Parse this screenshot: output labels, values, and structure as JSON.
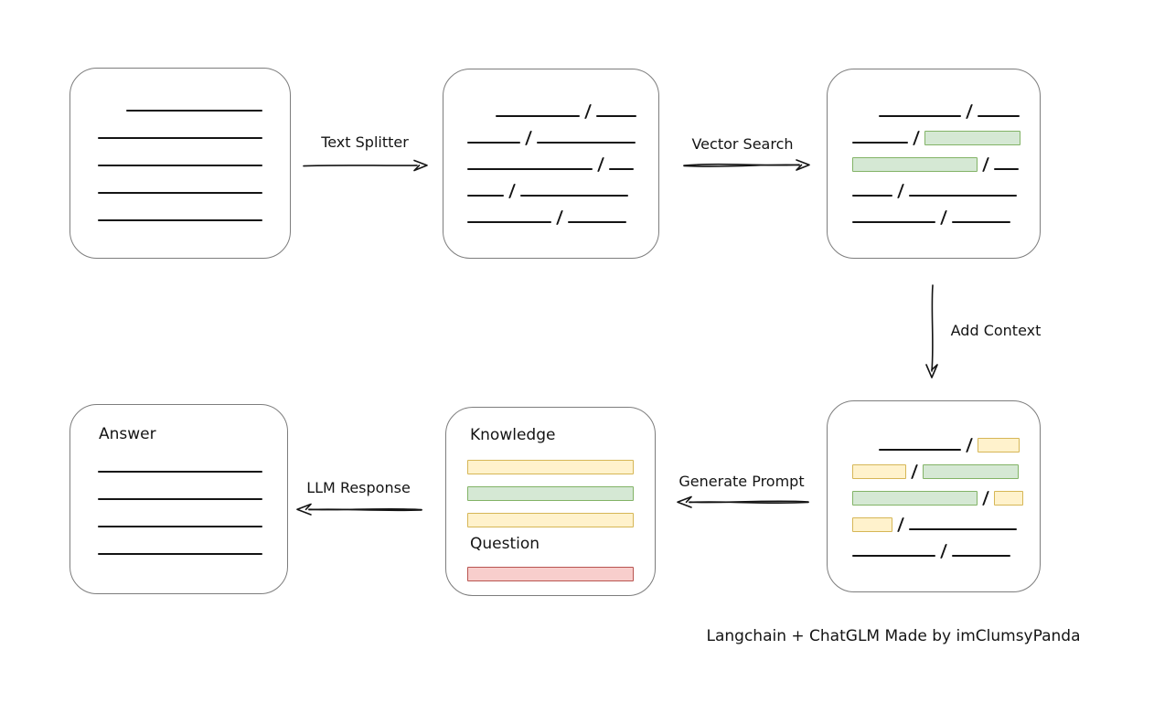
{
  "caption": "Langchain + ChatGLM Made by imClumsyPanda",
  "labels": {
    "text_splitter": "Text Splitter",
    "vector_search": "Vector Search",
    "add_context": "Add Context",
    "generate_prompt": "Generate Prompt",
    "llm_response": "LLM Response",
    "knowledge": "Knowledge",
    "question": "Question",
    "answer": "Answer"
  },
  "colors": {
    "line": "#141414",
    "box_border": "#7d7d7d",
    "green_fill": "#d5e8d4",
    "green_stroke": "#82b366",
    "yellow_fill": "#fff2cc",
    "yellow_stroke": "#d6b656",
    "red_fill": "#f8cecc",
    "red_stroke": "#b85450"
  },
  "boxes": {
    "document": {
      "rows": [
        [
          {
            "t": "gap",
            "w": 31
          },
          {
            "t": "line",
            "w": 149
          }
        ],
        [
          {
            "t": "line",
            "w": 180
          }
        ],
        [
          {
            "t": "line",
            "w": 180
          }
        ],
        [
          {
            "t": "line",
            "w": 180
          }
        ],
        [
          {
            "t": "line",
            "w": 180
          }
        ]
      ]
    },
    "chunks": {
      "rows": [
        [
          {
            "t": "gap",
            "w": 31
          },
          {
            "t": "line",
            "w": 92
          },
          {
            "t": "slash"
          },
          {
            "t": "line",
            "w": 44
          }
        ],
        [
          {
            "t": "line",
            "w": 58
          },
          {
            "t": "slash"
          },
          {
            "t": "line",
            "w": 108
          }
        ],
        [
          {
            "t": "line",
            "w": 137
          },
          {
            "t": "slash"
          },
          {
            "t": "line",
            "w": 27
          }
        ],
        [
          {
            "t": "line",
            "w": 40
          },
          {
            "t": "slash"
          },
          {
            "t": "line",
            "w": 118
          }
        ],
        [
          {
            "t": "line",
            "w": 92
          },
          {
            "t": "slash"
          },
          {
            "t": "line",
            "w": 64
          }
        ]
      ]
    },
    "matched_chunks": {
      "rows": [
        [
          {
            "t": "gap",
            "w": 29
          },
          {
            "t": "line",
            "w": 90
          },
          {
            "t": "slash"
          },
          {
            "t": "line",
            "w": 46
          }
        ],
        [
          {
            "t": "line",
            "w": 61
          },
          {
            "t": "slash"
          },
          {
            "t": "bar",
            "c": "green",
            "w": 105
          }
        ],
        [
          {
            "t": "bar",
            "c": "green",
            "w": 137
          },
          {
            "t": "slash"
          },
          {
            "t": "line",
            "w": 27
          }
        ],
        [
          {
            "t": "line",
            "w": 44
          },
          {
            "t": "slash"
          },
          {
            "t": "line",
            "w": 118
          }
        ],
        [
          {
            "t": "line",
            "w": 91
          },
          {
            "t": "slash"
          },
          {
            "t": "line",
            "w": 64
          }
        ]
      ]
    },
    "context_chunks": {
      "rows": [
        [
          {
            "t": "gap",
            "w": 29
          },
          {
            "t": "line",
            "w": 90
          },
          {
            "t": "slash"
          },
          {
            "t": "bar",
            "c": "yellow",
            "w": 46
          }
        ],
        [
          {
            "t": "bar",
            "c": "yellow",
            "w": 59
          },
          {
            "t": "slash"
          },
          {
            "t": "bar",
            "c": "green",
            "w": 105
          }
        ],
        [
          {
            "t": "bar",
            "c": "green",
            "w": 137
          },
          {
            "t": "slash"
          },
          {
            "t": "bar",
            "c": "yellow",
            "w": 32
          }
        ],
        [
          {
            "t": "bar",
            "c": "yellow",
            "w": 44
          },
          {
            "t": "slash"
          },
          {
            "t": "line",
            "w": 118
          }
        ],
        [
          {
            "t": "line",
            "w": 91
          },
          {
            "t": "slash"
          },
          {
            "t": "line",
            "w": 64
          }
        ]
      ]
    },
    "prompt": {
      "knowledge_rows": [
        [
          {
            "t": "bar",
            "c": "yellow",
            "w": 182
          }
        ],
        [
          {
            "t": "bar",
            "c": "green",
            "w": 182
          }
        ],
        [
          {
            "t": "bar",
            "c": "yellow",
            "w": 182
          }
        ]
      ],
      "question_rows": [
        [
          {
            "t": "bar",
            "c": "red",
            "w": 182
          }
        ]
      ]
    },
    "answer": {
      "rows": [
        [
          {
            "t": "line",
            "w": 180
          }
        ],
        [
          {
            "t": "line",
            "w": 180
          }
        ],
        [
          {
            "t": "line",
            "w": 180
          }
        ],
        [
          {
            "t": "line",
            "w": 180
          }
        ]
      ]
    }
  }
}
